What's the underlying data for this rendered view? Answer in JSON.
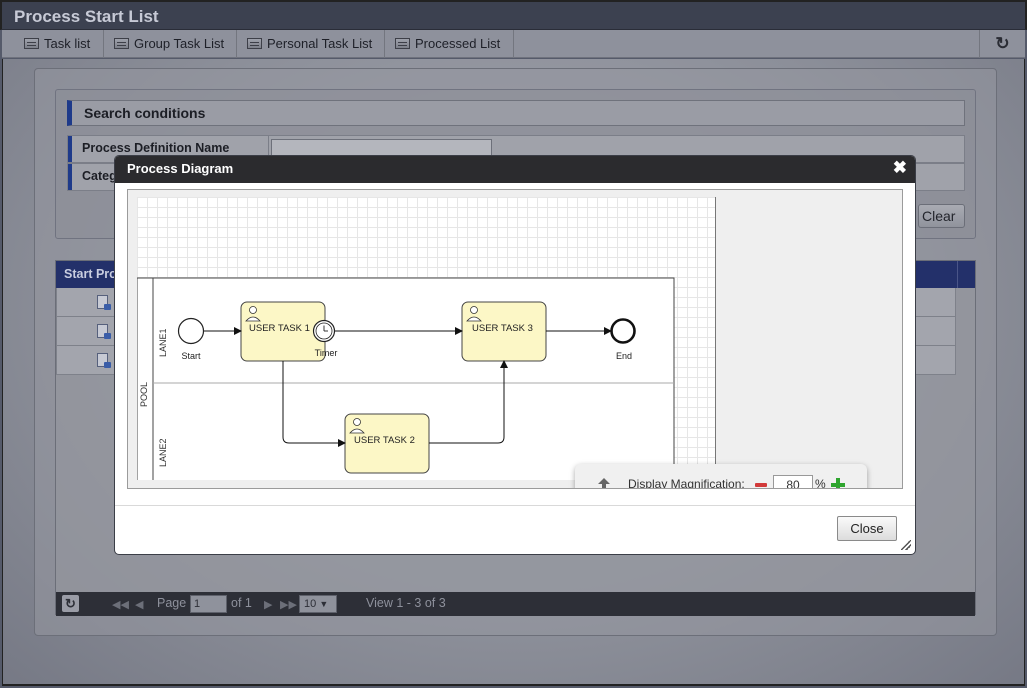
{
  "app": {
    "title": "Process Start List"
  },
  "tabs": [
    {
      "label": "Task list",
      "icon": "list-icon"
    },
    {
      "label": "Group Task List",
      "icon": "list-icon"
    },
    {
      "label": "Personal Task List",
      "icon": "list-icon"
    },
    {
      "label": "Processed List",
      "icon": "list-icon"
    }
  ],
  "search": {
    "header": "Search conditions",
    "fields": [
      {
        "label": "Process Definition Name",
        "value": ""
      },
      {
        "label": "Category",
        "value": ""
      }
    ],
    "clear_label": "Clear"
  },
  "grid": {
    "header": "Start Process",
    "rows": 3
  },
  "pager": {
    "page_label": "Page",
    "page_value": "1",
    "of_label": "of 1",
    "rows_per_page": "10",
    "view_text": "View 1 - 3 of 3"
  },
  "modal": {
    "title": "Process Diagram",
    "close_label": "Close",
    "diagram": {
      "pool": "POOL",
      "lane1": "LANE1",
      "lane2": "LANE2",
      "start": "Start",
      "end": "End",
      "timer": "Timer",
      "task1": "USER TASK 1",
      "task2": "USER TASK 2",
      "task3": "USER TASK 3"
    },
    "zoom": {
      "label": "Display Magnification:",
      "value": "80",
      "unit": "%"
    }
  },
  "colors": {
    "grid_header": "#23306a",
    "task_fill": "#fcf7c6",
    "zoom_minus": "#d23a3a",
    "zoom_plus": "#2ea52e"
  }
}
